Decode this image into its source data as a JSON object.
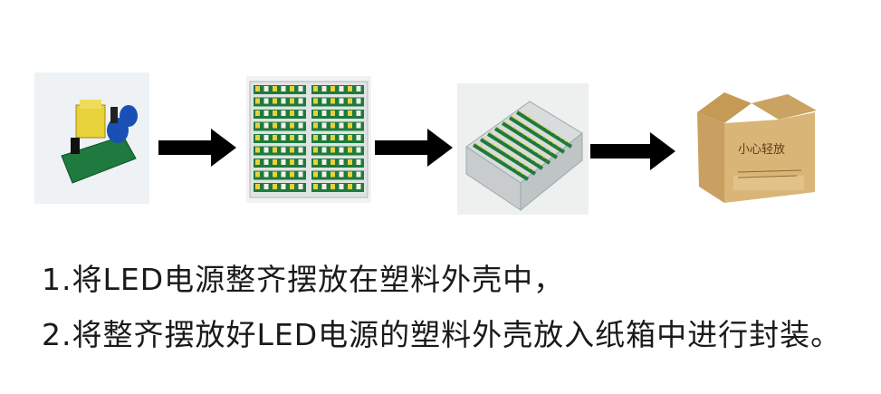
{
  "steps": [
    {
      "image": "led-power-module-photo"
    },
    {
      "image": "modules-in-plastic-tray-photo"
    },
    {
      "image": "stacked-trays-photo"
    },
    {
      "image": "cardboard-box-photo",
      "box_text": "小心轻放"
    }
  ],
  "captions": [
    "1.将LED电源整齐摆放在塑料外壳中，",
    "2.将整齐摆放好LED电源的塑料外壳放入纸箱中进行封装。"
  ],
  "colors": {
    "arrow": "#000000",
    "box": "#d9b678",
    "board_green": "#1e7a3e",
    "module_yellow": "#e8d23a",
    "module_blue": "#1a4fb5"
  }
}
